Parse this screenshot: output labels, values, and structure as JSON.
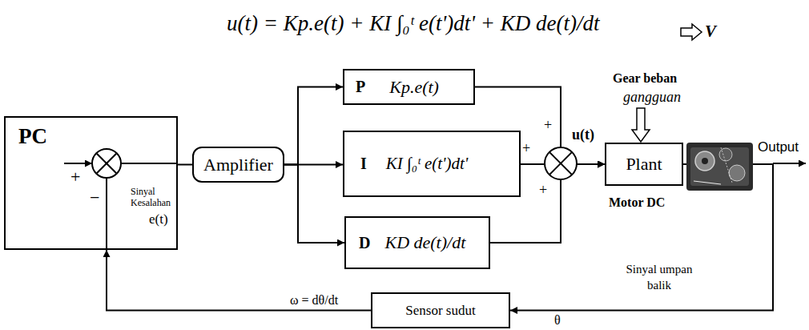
{
  "diagram": {
    "nodes": [
      {
        "text": [
          "PC"
        ]
      },
      {
        "text": [
          "Amplifier"
        ]
      },
      {
        "text": [
          "P",
          "Kp.e(t)"
        ]
      },
      {
        "text": [
          "I",
          "KI ∫₀ᵗ e(t')dt'"
        ]
      },
      {
        "text": [
          "D",
          "KD de(t)/dt"
        ]
      },
      {
        "text": [
          "Plant"
        ]
      },
      {
        "text": [
          "Sensor sudut"
        ]
      }
    ],
    "edges": [
      {
        "from": 0,
        "to": 1,
        "arrow": "none"
      },
      {
        "from": 1,
        "to": 2,
        "arrow": "to"
      },
      {
        "from": 1,
        "to": 3,
        "arrow": "to"
      },
      {
        "from": 1,
        "to": 4,
        "arrow": "to"
      },
      {
        "from": 2,
        "to": 5,
        "arrow": "to"
      },
      {
        "from": 3,
        "to": 5,
        "arrow": "to"
      },
      {
        "from": 4,
        "to": 5,
        "arrow": "to"
      },
      {
        "from": 5,
        "to": 6,
        "arrow": "to"
      },
      {
        "from": 6,
        "to": 0,
        "arrow": "to"
      }
    ],
    "labels": [
      "u(t) = Kp.e(t) + KI ∫₀ᵗ e(t')dt' + KD de(t)/dt",
      "V",
      "+",
      "−",
      "Sinyal Kesalahan",
      "e(t)",
      "+",
      "+",
      "+",
      "u(t)",
      "Gear beban",
      "gangguan",
      "Motor DC",
      "Output",
      "Sinyal umpan balik",
      "θ",
      "ω = dθ/dt"
    ]
  }
}
